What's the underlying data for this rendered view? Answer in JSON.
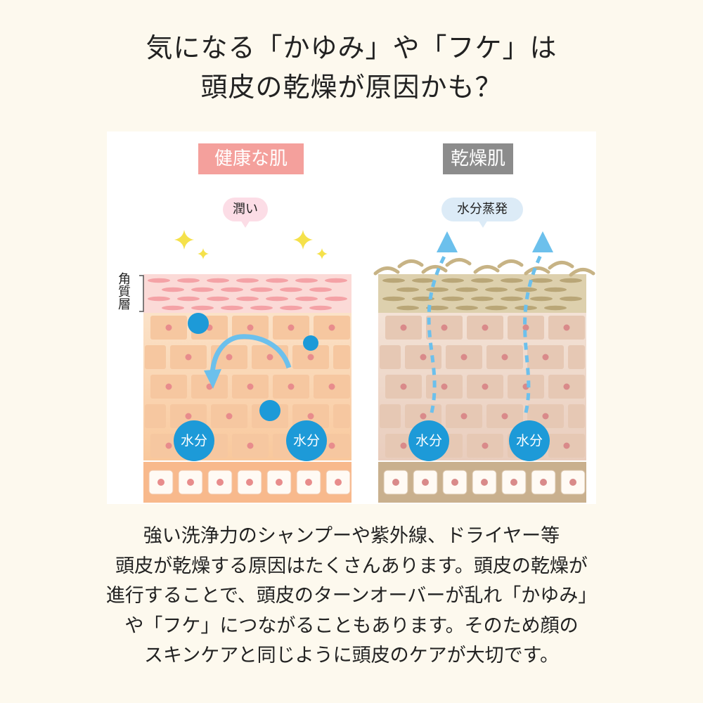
{
  "title": {
    "line1": "気になる「かゆみ」や「フケ」は",
    "line2": "頭皮の乾燥が原因かも？"
  },
  "diagram": {
    "healthy": {
      "header": "健康な肌",
      "header_color": "#f4a09c",
      "bubble": "潤い",
      "bubble_color": "#fcdde6",
      "layer_label": "角質層",
      "drop_labels": [
        "水分",
        "水分"
      ]
    },
    "dry": {
      "header": "乾燥肌",
      "header_color": "#8c8c8c",
      "bubble": "水分蒸発",
      "bubble_color": "#dcebf7",
      "drop_labels": [
        "水分",
        "水分"
      ]
    },
    "water_color": "#1d9ad8",
    "arrow_color": "#6cc0ec"
  },
  "body": {
    "lines": [
      "強い洗浄力のシャンプーや紫外線、ドライヤー等",
      "頭皮が乾燥する原因はたくさんあります。頭皮の乾燥が",
      "進行することで、頭皮のターンオーバーが乱れ「かゆみ」",
      "や「フケ」につながることもあります。そのため顔の",
      "スキンケアと同じように頭皮のケアが大切です。"
    ]
  }
}
